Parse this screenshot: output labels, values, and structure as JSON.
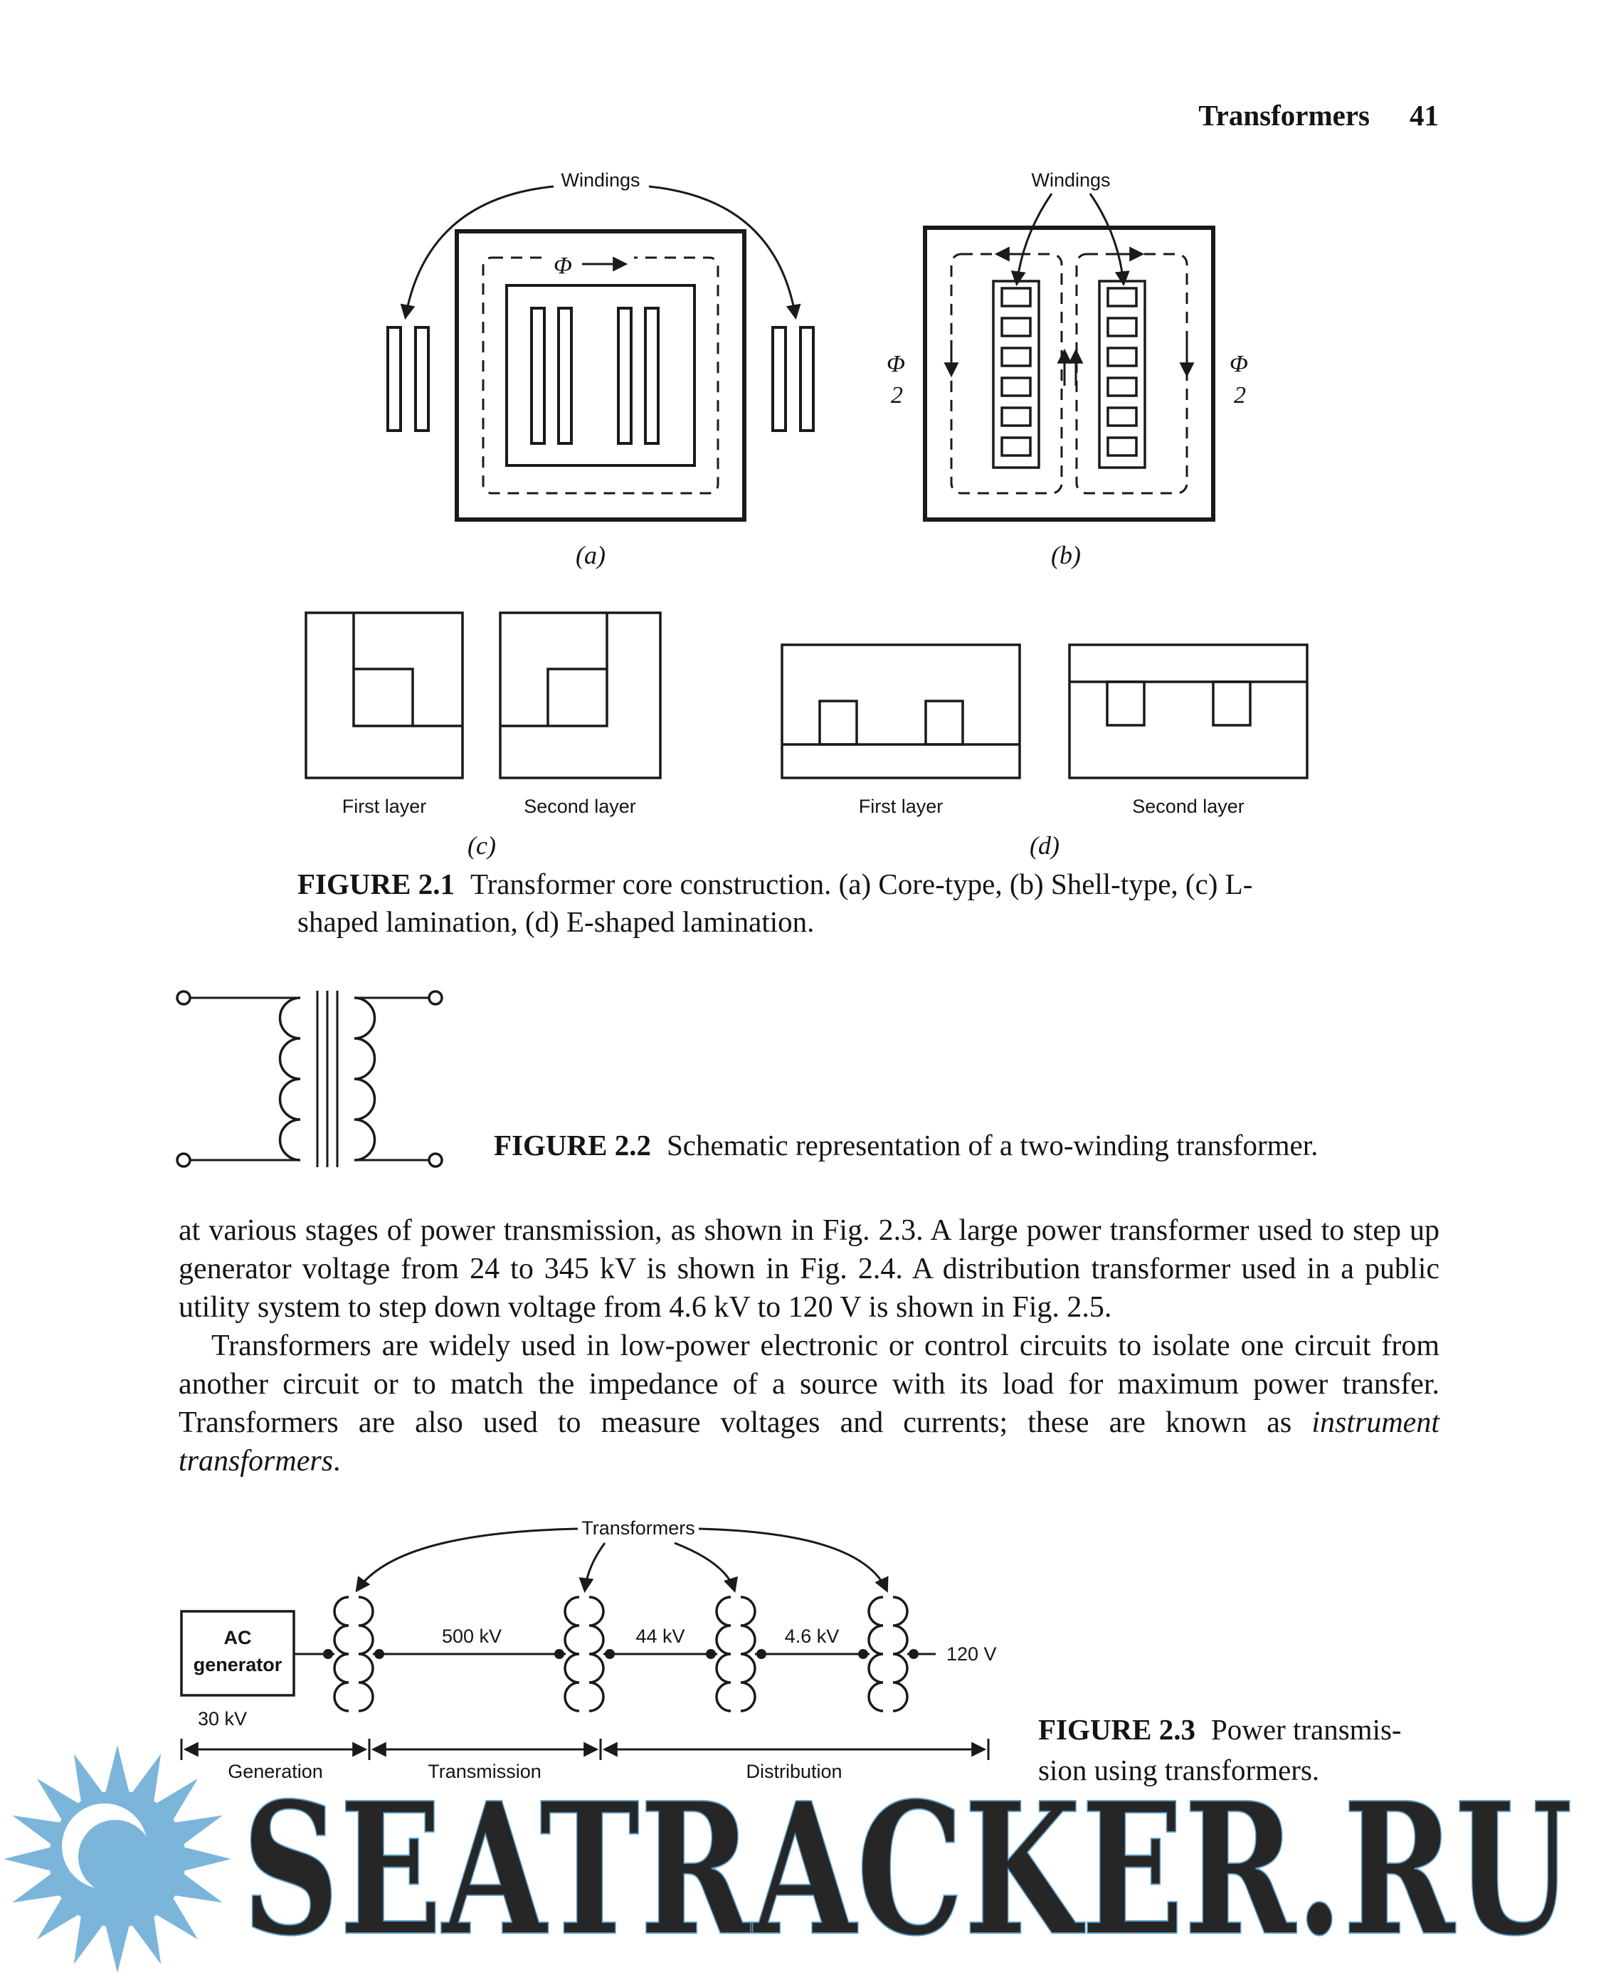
{
  "header": {
    "title": "Transformers",
    "page_number": "41"
  },
  "fig1": {
    "a": {
      "windings": "Windings",
      "phi": "Φ",
      "label": "(a)"
    },
    "b": {
      "windings": "Windings",
      "phi_left_top": "Φ",
      "phi_left_bottom": "2",
      "phi_right_top": "Φ",
      "phi_right_bottom": "2",
      "label": "(b)"
    },
    "c": {
      "first": "First layer",
      "second": "Second layer",
      "label": "(c)"
    },
    "d": {
      "first": "First layer",
      "second": "Second layer",
      "label": "(d)"
    },
    "caption_tag": "FIGURE 2.1",
    "caption_rest": "Transformer core construction. (a) Core-type, (b) Shell-type, (c) L-shaped lamination, (d) E-shaped lamination."
  },
  "fig2": {
    "caption_tag": "FIGURE 2.2",
    "caption_rest": "Schematic representation of a two-winding transformer."
  },
  "body": {
    "para1": "at various stages of power transmission, as shown in Fig. 2.3. A large power transformer used to step up generator voltage from 24 to 345 kV is shown in Fig. 2.4. A distribution transformer used in a public utility system to step down voltage from 4.6 kV to 120 V is shown in Fig. 2.5.",
    "para2_start": "Transformers are widely used in low-power electronic or control circuits to isolate one circuit from another circuit or to match the impedance of a source with its load for maximum power transfer. Transformers are also used to measure voltages and currents; these are known as ",
    "para2_italic": "instrument transformers",
    "para2_end": "."
  },
  "fig3": {
    "transformers_label": "Transformers",
    "generator_line1": "AC",
    "generator_line2": "generator",
    "generator_kv": "30 kV",
    "kv_500": "500 kV",
    "kv_44": "44 kV",
    "kv_46": "4.6 kV",
    "v_120": "120 V",
    "stage1": "Generation",
    "stage2": "Transmission",
    "stage3": "Distribution",
    "caption_tag": "FIGURE 2.3",
    "caption_line1": "Power transmis-",
    "caption_line2": "sion using transformers."
  },
  "watermark": {
    "text": "SEATRACKER.RU",
    "color": "#7cb5da"
  }
}
